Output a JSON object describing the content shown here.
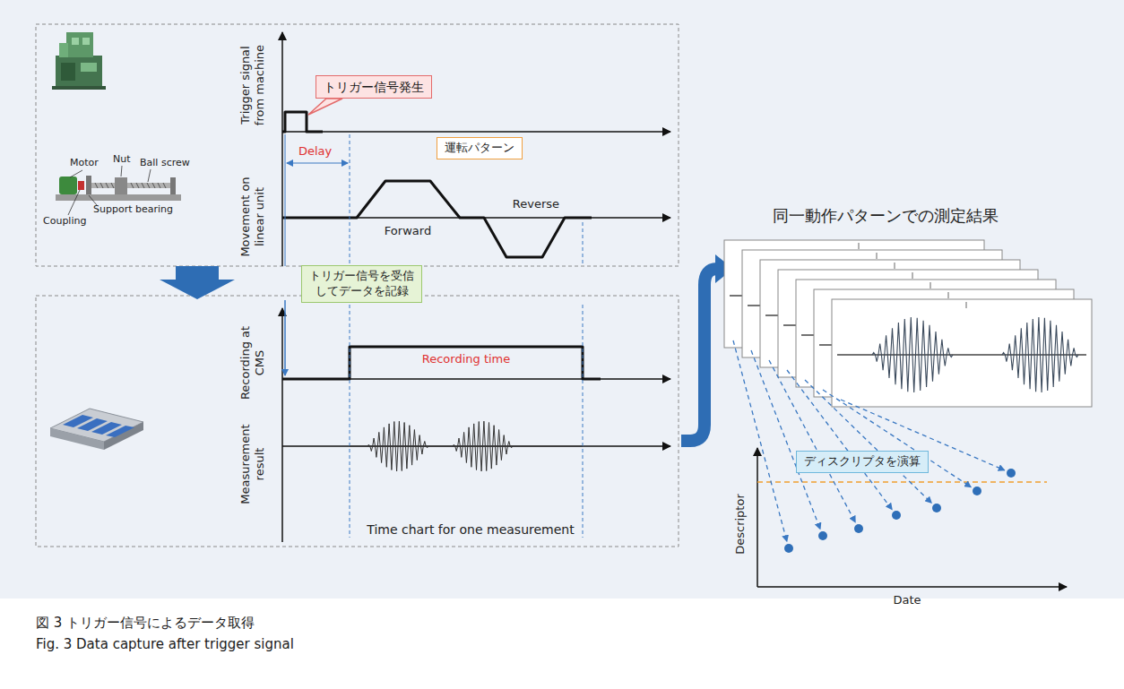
{
  "diagram": {
    "caption": "図 3 トリガー信号によるデータ取得",
    "nodes": [
      {
        "text": [
          "トリガー信号発生"
        ]
      },
      {
        "text": [
          "運転パターン"
        ]
      },
      {
        "text": [
          "トリガー信号を受信 してデータを記録"
        ]
      },
      {
        "text": [
          "ディスクリプタを演算"
        ]
      }
    ],
    "labels": [
      "Trigger signal from machine",
      "Movement on linear unit",
      "Delay",
      "Forward",
      "Reverse",
      "Motor",
      "Nut",
      "Ball screw",
      "Support bearing",
      "Coupling",
      "Recording at CMS",
      "Measurement result",
      "Recording time",
      "Time chart for one measurement",
      "同一動作パターンでの測定結果",
      "Descriptor",
      "Date",
      "Fig. 3 Data capture after trigger signal"
    ]
  }
}
